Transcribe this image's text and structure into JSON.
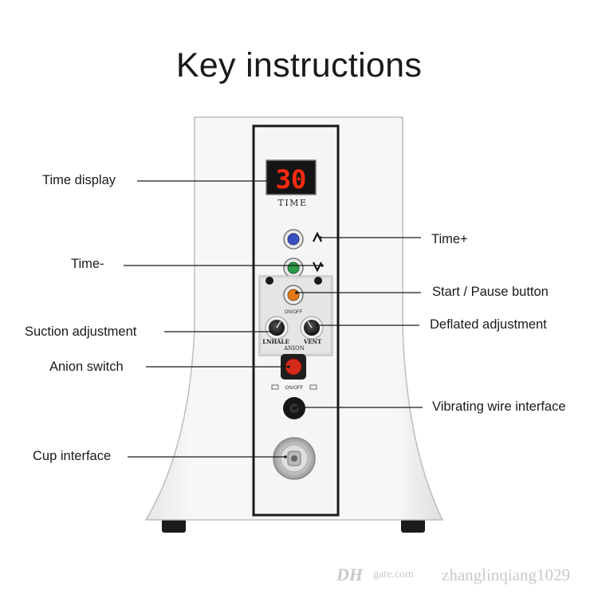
{
  "title": "Key instructions",
  "display": {
    "digits": "30",
    "label": "TIME"
  },
  "panel_labels": {
    "on_off_top": "ON/OFF",
    "inhale": "LNHALE",
    "vent": "VENT",
    "anion": "ANION",
    "on_off_bottom": "ON/OFF"
  },
  "callouts": {
    "time_display": "Time display",
    "time_plus": "Time+",
    "time_minus": "Time-",
    "start_pause": "Start / Pause button",
    "suction": "Suction adjustment",
    "deflated": "Deflated adjustment",
    "anion_switch": "Anion switch",
    "vibrating": "Vibrating wire interface",
    "cup": "Cup interface"
  },
  "watermark": {
    "brand": "DH",
    "site": "gate.com",
    "store": "zhanglinqiang1029"
  },
  "colors": {
    "display_digits": "#ff2a10",
    "button_up": "#3a4fc0",
    "button_down": "#2e9a4a",
    "button_start": "#e07a18",
    "anion_button": "#d42a1a",
    "body": "#f2f2f2"
  }
}
